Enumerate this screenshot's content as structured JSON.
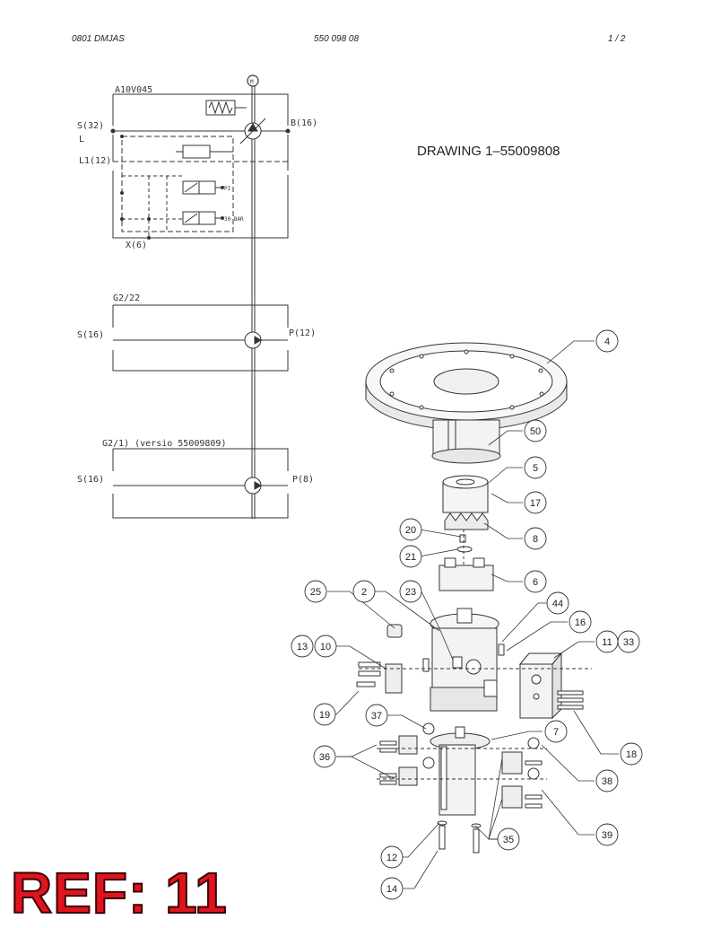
{
  "header": {
    "left": "0801 DMJAS",
    "center": "550 098 08",
    "right": "1 /  2"
  },
  "drawing_title": "DRAWING 1–55009808",
  "schematic": {
    "block1": {
      "name": "A10V045",
      "port_s": "S(32)",
      "port_l": "L",
      "port_l1": "L1(12)",
      "port_b": "B(16)",
      "port_x": "X(6)",
      "label_pi": "PI",
      "label_bar": "30 BAR"
    },
    "block2": {
      "name": "G2/22",
      "port_s": "S(16)",
      "port_p": "P(12)"
    },
    "block3": {
      "name": "G2/1) (versio 55009809)",
      "port_s": "S(16)",
      "port_p": "P(8)"
    }
  },
  "callouts": [
    "4",
    "50",
    "5",
    "17",
    "8",
    "20",
    "21",
    "6",
    "25",
    "2",
    "23",
    "44",
    "16",
    "11",
    "33",
    "13",
    "10",
    "19",
    "37",
    "7",
    "36",
    "18",
    "38",
    "39",
    "35",
    "12",
    "14"
  ],
  "ref_stamp": "REF: 11"
}
